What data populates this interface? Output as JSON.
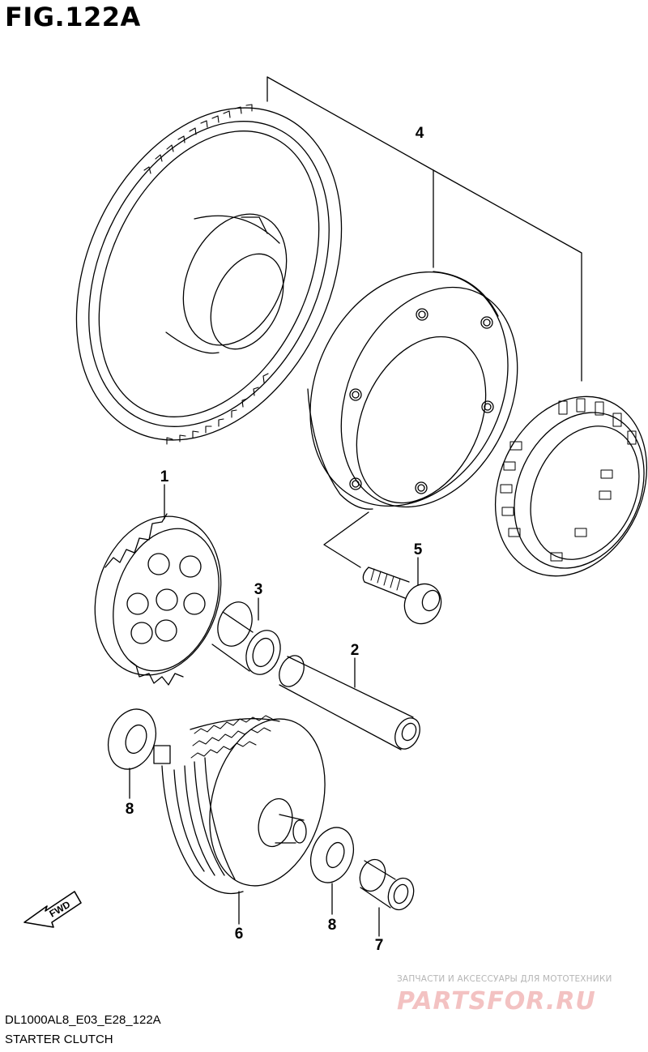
{
  "figure": {
    "title": "FIG.122A"
  },
  "callouts": {
    "c1": "1",
    "c2": "2",
    "c3": "3",
    "c4": "4",
    "c5": "5",
    "c6": "6",
    "c7": "7",
    "c8a": "8",
    "c8b": "8"
  },
  "fwd_label": "FWD",
  "footer": {
    "code": "DL1000AL8_E03_E28_122A",
    "name": "STARTER CLUTCH"
  },
  "watermark": {
    "tagline": "ЗАПЧАСТИ И АКСЕССУАРЫ ДЛЯ МОТОТЕХНИКИ",
    "logo": "PARTSFOR.RU"
  },
  "colors": {
    "line": "#000000",
    "watermark_logo": "#f3c2c2",
    "watermark_text": "#b5b5b5"
  }
}
